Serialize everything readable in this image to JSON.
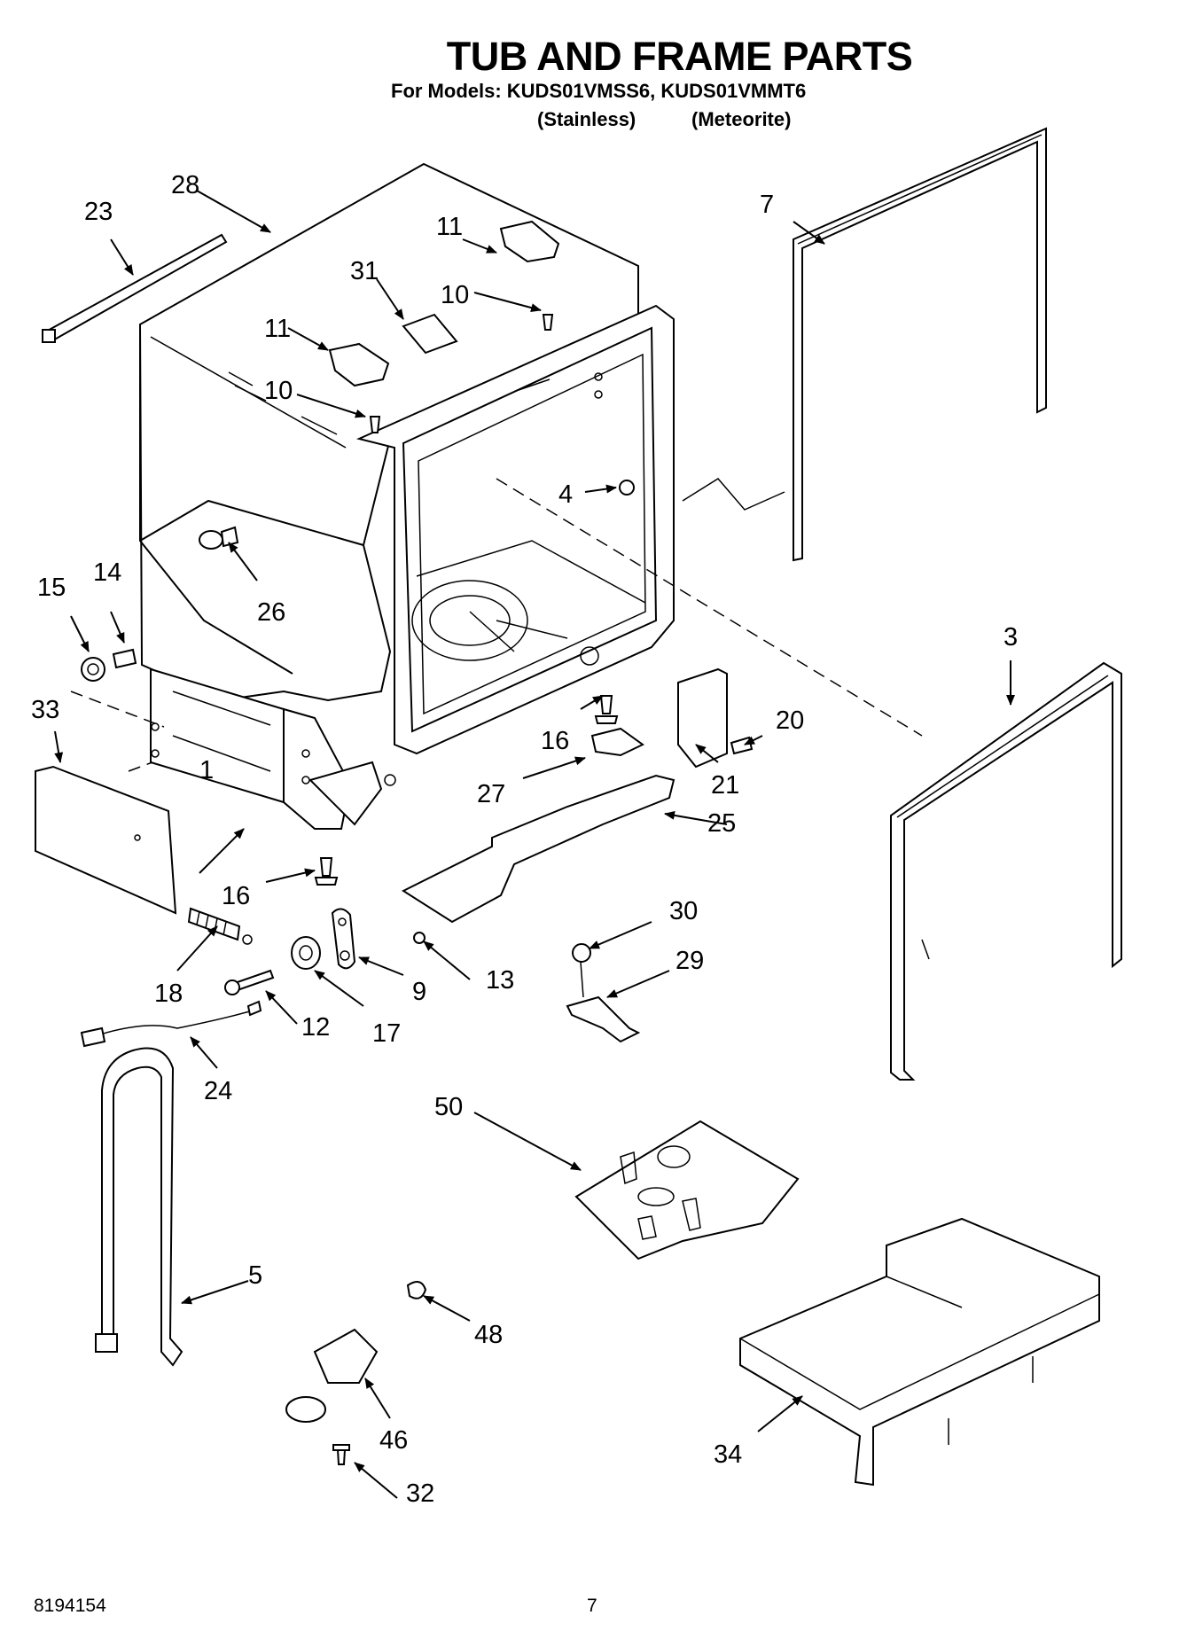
{
  "header": {
    "title": "TUB AND FRAME PARTS",
    "models_line": "For Models: KUDS01VMSS6, KUDS01VMMT6",
    "variant_1": "(Stainless)",
    "variant_2": "(Meteorite)"
  },
  "callouts": [
    "1",
    "3",
    "4",
    "5",
    "7",
    "9",
    "10",
    "10",
    "11",
    "11",
    "12",
    "13",
    "14",
    "15",
    "16",
    "16",
    "17",
    "18",
    "20",
    "21",
    "23",
    "24",
    "25",
    "26",
    "27",
    "28",
    "29",
    "30",
    "31",
    "32",
    "33",
    "34",
    "46",
    "48",
    "50"
  ],
  "footer": {
    "doc_number": "8194154",
    "page_number": "7"
  }
}
